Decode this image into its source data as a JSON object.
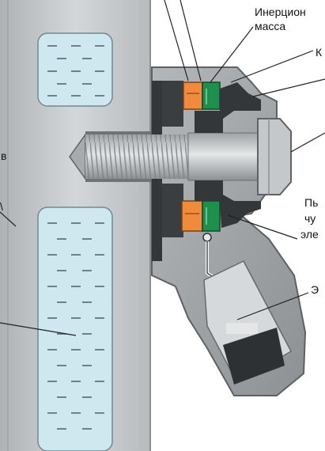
{
  "labels": {
    "inertial_mass_line1": "Инерцион",
    "inertial_mass_line2": "масса",
    "top_right_partial": "К",
    "left_partial_1": "в",
    "left_partial_2": "\\",
    "piezo_line1": "Пь",
    "piezo_line2": "чу",
    "piezo_line3": "эле",
    "electronics_partial": "Э"
  },
  "colors": {
    "background": "#ffffff",
    "block_metal": "#c9ccce",
    "coolant_fill": "#cfe7ee",
    "coolant_dash": "#4a6b78",
    "sensor_body": "#9a9c9e",
    "sensor_dark": "#34373a",
    "bolt_thread": "#b6b9bc",
    "piezo_orange": "#f08a3c",
    "inertial_green": "#1f8f4e",
    "connector_dark": "#2e3134",
    "leader_line": "#222222"
  }
}
